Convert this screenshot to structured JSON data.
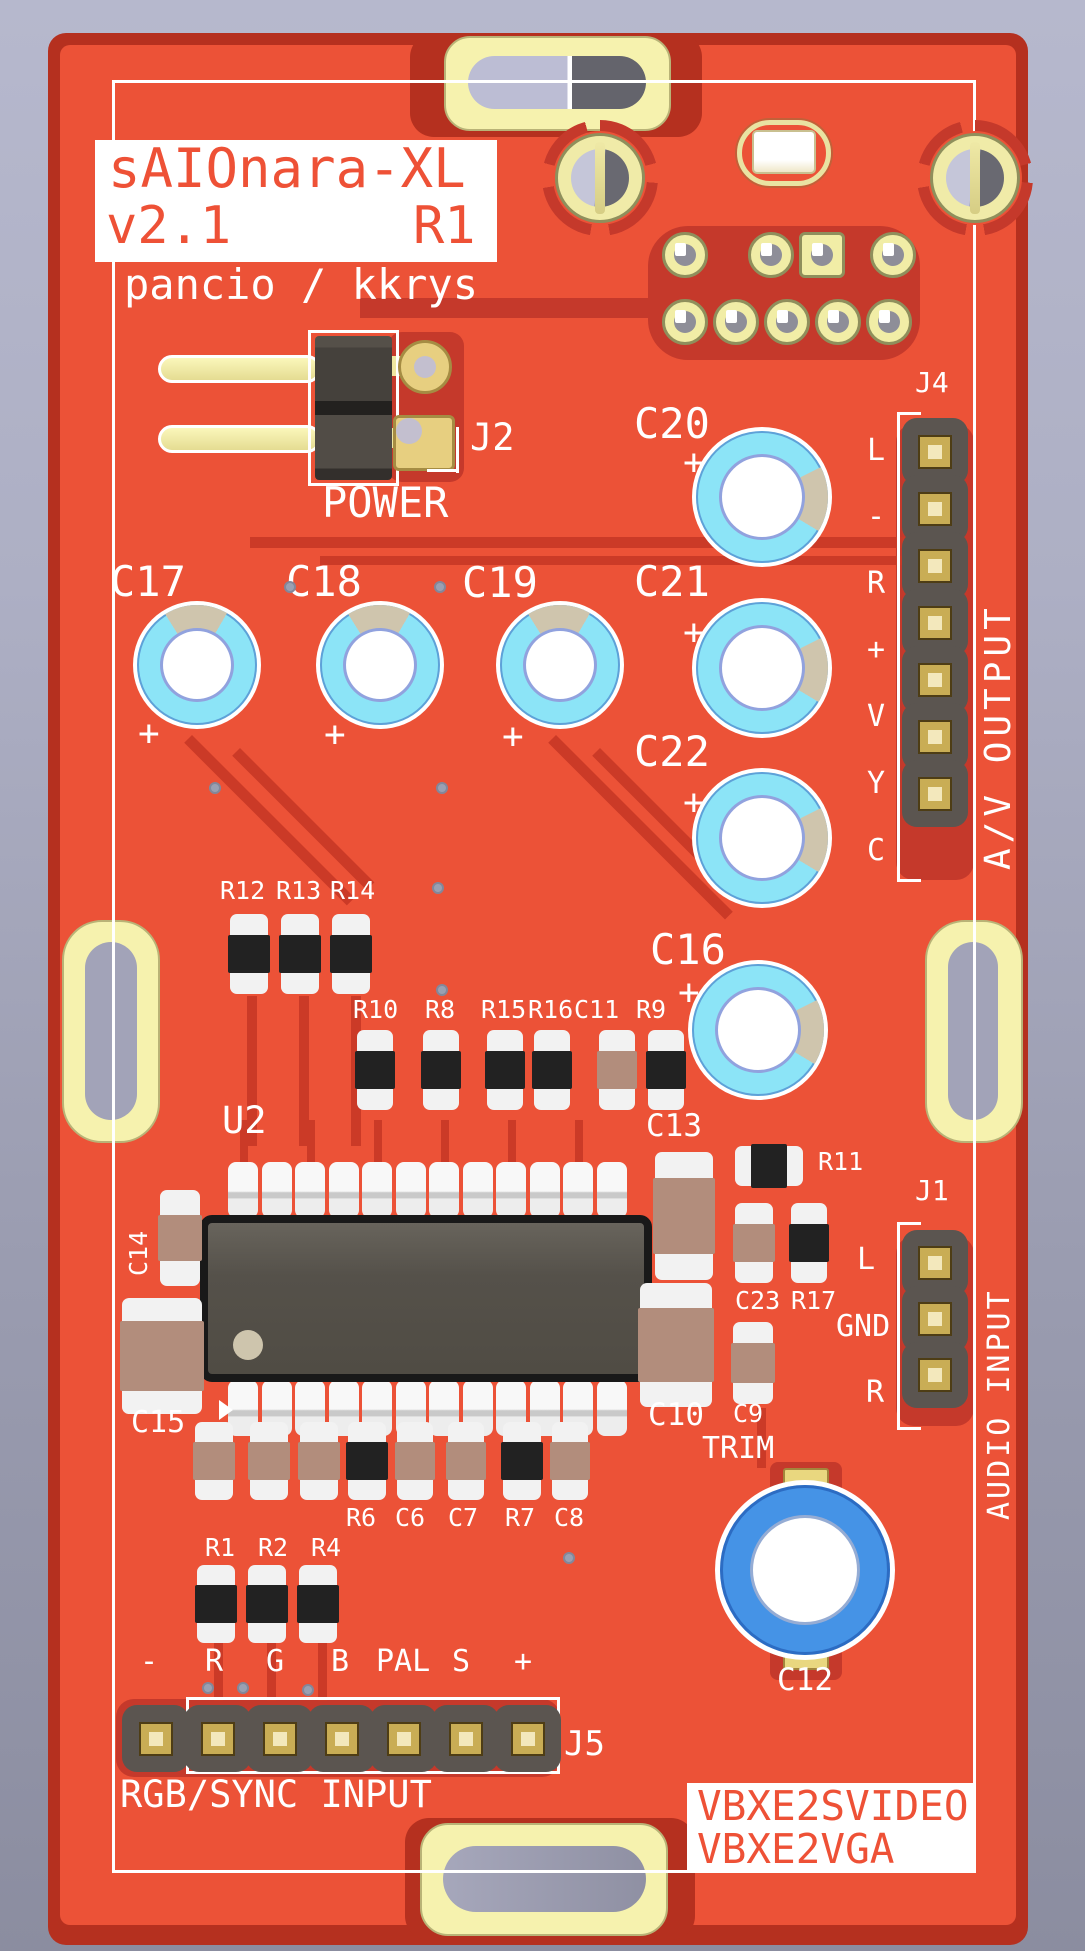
{
  "title_block": {
    "name": "sAIOnara-XL",
    "version": "v2.1",
    "revision": "R1",
    "authors": "pancio / kkrys"
  },
  "footer_box": {
    "line1": "VBXE2SVIDEO",
    "line2": "VBXE2VGA"
  },
  "connectors": {
    "j2": {
      "ref": "J2",
      "label": "POWER"
    },
    "j4": {
      "ref": "J4",
      "label": "A/V OUTPUT",
      "pins": [
        "L",
        "-",
        "R",
        "+",
        "V",
        "Y",
        "C"
      ]
    },
    "j1": {
      "ref": "J1",
      "label": "AUDIO INPUT",
      "pins": [
        "L",
        "GND",
        "R"
      ]
    },
    "j5": {
      "ref": "J5",
      "label": "RGB/SYNC INPUT",
      "pins": [
        "-",
        "R",
        "G",
        "B",
        "PAL",
        "S",
        "+"
      ]
    }
  },
  "ic": {
    "ref": "U2"
  },
  "trimmer": {
    "ref": "C12",
    "label": "TRIM"
  },
  "electrolytic_caps": {
    "c16": "C16",
    "c17": "C17",
    "c18": "C18",
    "c19": "C19",
    "c20": "C20",
    "c21": "C21",
    "c22": "C22",
    "polarity_mark": "+"
  },
  "smd_refs": {
    "r1": "R1",
    "r2": "R2",
    "r4": "R4",
    "r6": "R6",
    "r7": "R7",
    "r8": "R8",
    "r9": "R9",
    "r10": "R10",
    "r11": "R11",
    "r12": "R12",
    "r13": "R13",
    "r14": "R14",
    "r15": "R15",
    "r16": "R16",
    "r17": "R17",
    "c6": "C6",
    "c7": "C7",
    "c8": "C8",
    "c9": "C9",
    "c10": "C10",
    "c11": "C11",
    "c13": "C13",
    "c14": "C14",
    "c15": "C15",
    "c23": "C23"
  },
  "colors": {
    "board_face": "#ec5237",
    "board_edge": "#b5301f",
    "silkscreen": "#ffffff",
    "title_text": "#ee5136",
    "pad_cream": "#f2eeaa",
    "cap_ring_blue": "#8ce4f7",
    "trimmer_blue": "#4593e6",
    "connector_gray": "#5b5550",
    "gold_pad": "#c9ad55",
    "copper_trace": "#cb3a27",
    "background_top": "#b6b8cd",
    "background_bottom": "#8b8da0"
  }
}
